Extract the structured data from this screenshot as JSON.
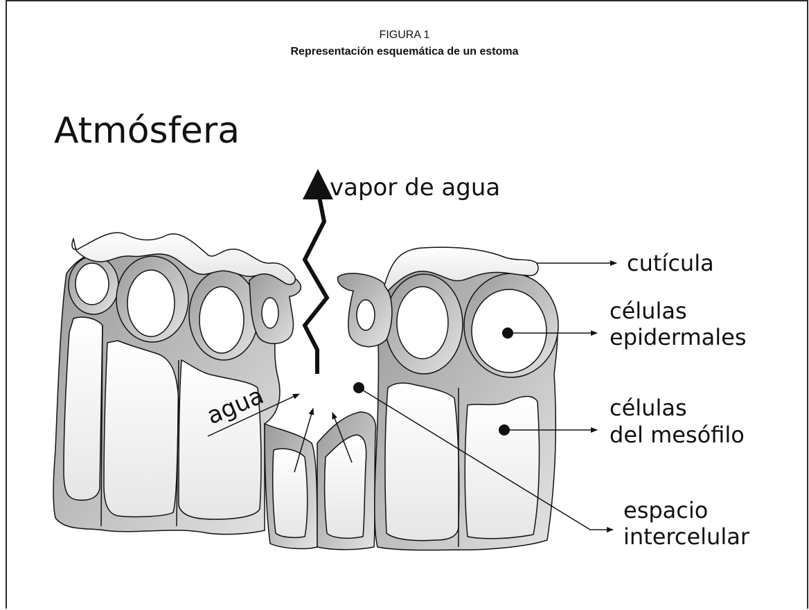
{
  "figure": {
    "label": "FIGURA 1",
    "title": "Representación esquemática de un estoma"
  },
  "labels": {
    "atmosphere": "Atmósfera",
    "vapor": "vapor de agua",
    "water": "agua",
    "cuticle": "cutícula",
    "epidermal_1": "células",
    "epidermal_2": "epidermales",
    "mesophyll_1": "células",
    "mesophyll_2": "del mesófilo",
    "intercellular_1": "espacio",
    "intercellular_2": "intercelular"
  }
}
